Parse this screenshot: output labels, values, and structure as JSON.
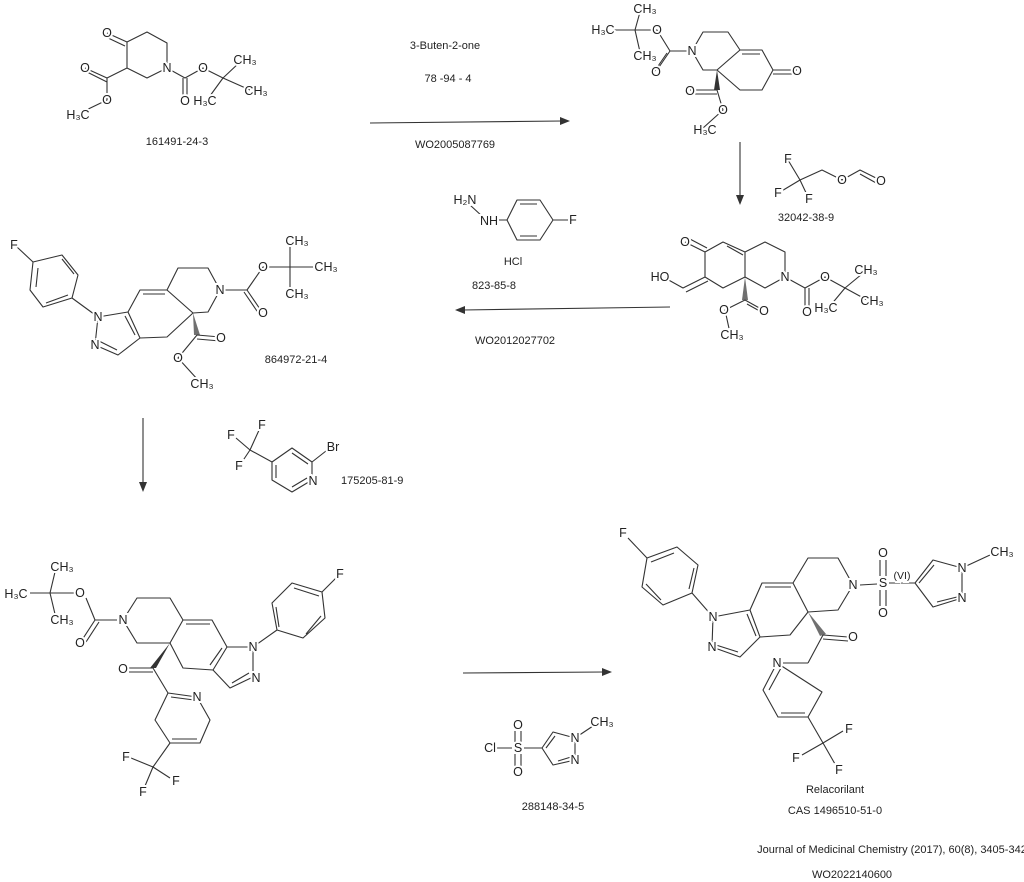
{
  "steps": [
    {
      "reagent": "3-Buten-2-one",
      "cas": "78 -94 - 4",
      "reference": "WO2005087769"
    },
    {
      "reagent_cas": "32042-38-9"
    },
    {
      "reagent_salt": "HCl",
      "reagent_cas": "823-85-8",
      "reference": "WO2012027702"
    },
    {
      "reagent_cas": "175205-81-9"
    },
    {
      "reagent_cas": "288148-34-5"
    }
  ],
  "compounds": {
    "start": {
      "cas": "161491-24-3",
      "atoms": [
        "O",
        "O",
        "O",
        "H₃C",
        "N",
        "O",
        "O",
        "CH₃",
        "CH₃",
        "H₃C"
      ]
    },
    "enone": {
      "atoms": [
        "CH₃",
        "H₃C",
        "CH₃",
        "O",
        "N",
        "O",
        "O",
        "O",
        "O",
        "H₃C"
      ]
    },
    "formyl": {
      "atoms": [
        "O",
        "HO",
        "N",
        "O",
        "O",
        "CH₃",
        "O",
        "O",
        "CH₃",
        "CH₃",
        "H₃C"
      ]
    },
    "pyrazole": {
      "cas": "864972-21-4",
      "atoms": [
        "F",
        "N",
        "N",
        "N",
        "O",
        "O",
        "CH₃",
        "CH₃",
        "CH₃",
        "O",
        "O",
        "CH₃"
      ]
    },
    "ketone": {
      "atoms": [
        "CH₃",
        "H₃C",
        "CH₃",
        "O",
        "N",
        "O",
        "O",
        "N",
        "N",
        "F",
        "N",
        "F",
        "F",
        "F"
      ]
    },
    "product": {
      "name": "Relacorilant",
      "cas": "CAS 1496510-51-0",
      "atoms": [
        "F",
        "N",
        "N",
        "N",
        "S",
        "(VI)",
        "O",
        "O",
        "N",
        "N",
        "CH₃",
        "O",
        "N",
        "F",
        "F",
        "F"
      ]
    }
  },
  "reagents": {
    "butenone": {},
    "trifluoroethyl_formate": {
      "atoms": [
        "F",
        "F",
        "F",
        "O",
        "O"
      ]
    },
    "hydrazine": {
      "atoms": [
        "H₂N",
        "NH",
        "F"
      ]
    },
    "bromopyridine": {
      "atoms": [
        "F",
        "F",
        "F",
        "Br",
        "N"
      ]
    },
    "sulfonyl_chloride": {
      "atoms": [
        "Cl",
        "S",
        "O",
        "O",
        "N",
        "N",
        "CH₃"
      ]
    }
  },
  "references": {
    "journal": "Journal of Medicinal Chemistry (2017), 60(8), 3405-342",
    "patent": "WO2022140600"
  }
}
